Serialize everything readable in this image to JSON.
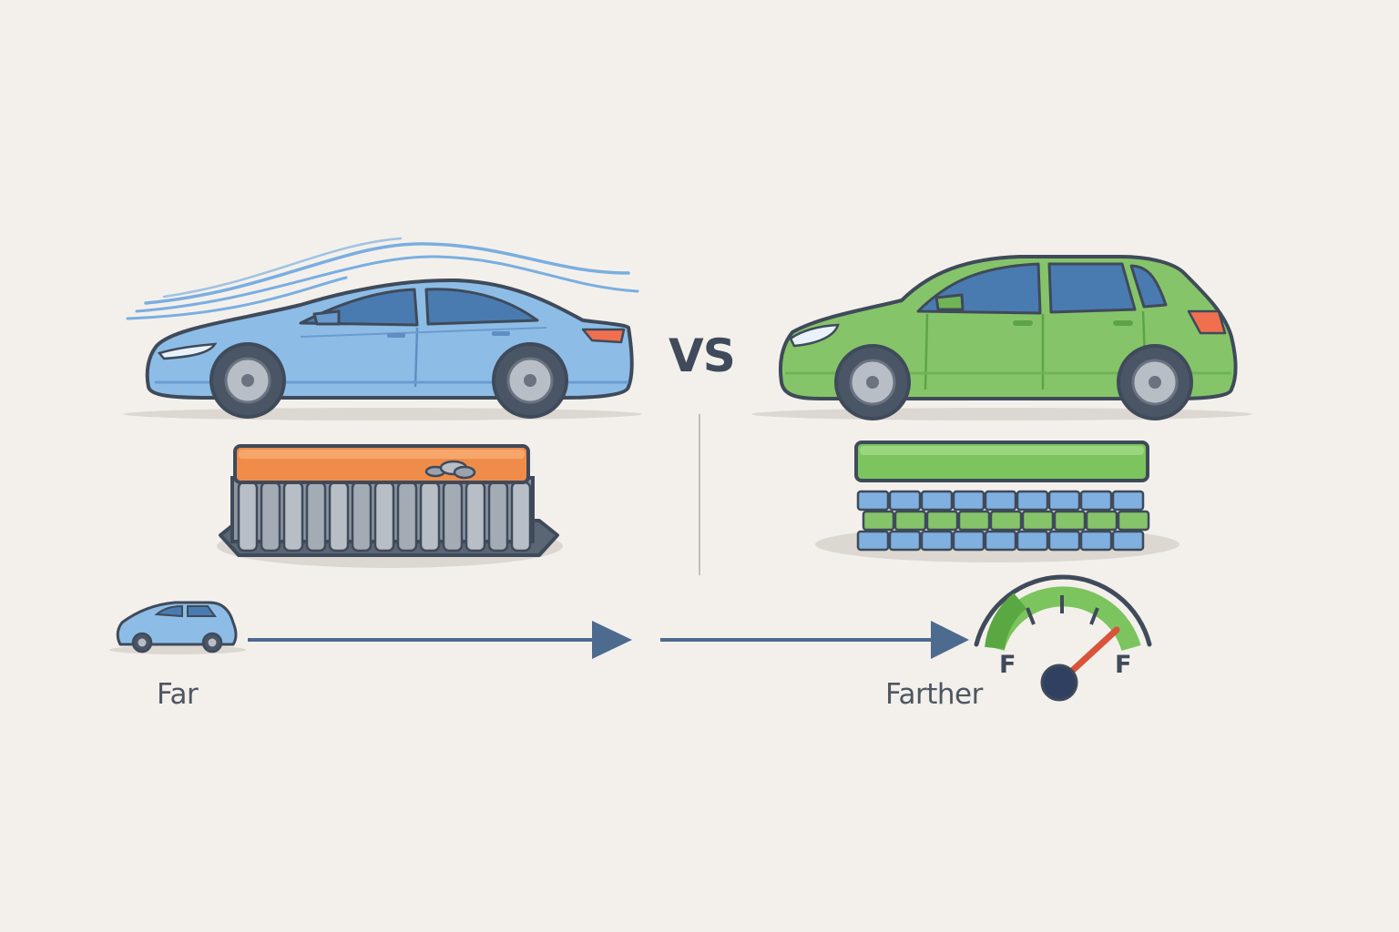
{
  "comparison": {
    "vs_label": "VS",
    "left_range_label": "Far",
    "right_range_label": "Farther",
    "gauge_left_mark": "F",
    "gauge_right_mark": "F"
  },
  "colors": {
    "background": "#f3f0eb",
    "sedan_body": "#8dbde6",
    "hatchback_body": "#86c46a",
    "cylinder_battery_top": "#f08c4a",
    "pack_battery_top": "#7cc45e",
    "pack_battery_cells": "#7fb0e0",
    "arrow": "#4d6a8f",
    "outline": "#3f4a5a"
  },
  "icons": {
    "left_car": "sedan-car-icon",
    "right_car": "hatchback-car-icon",
    "left_battery": "cylindrical-cell-battery-icon",
    "right_battery": "stacked-pack-battery-icon",
    "small_car": "small-car-icon",
    "gauge": "fuel-gauge-icon",
    "airflow": "airflow-lines-icon"
  }
}
